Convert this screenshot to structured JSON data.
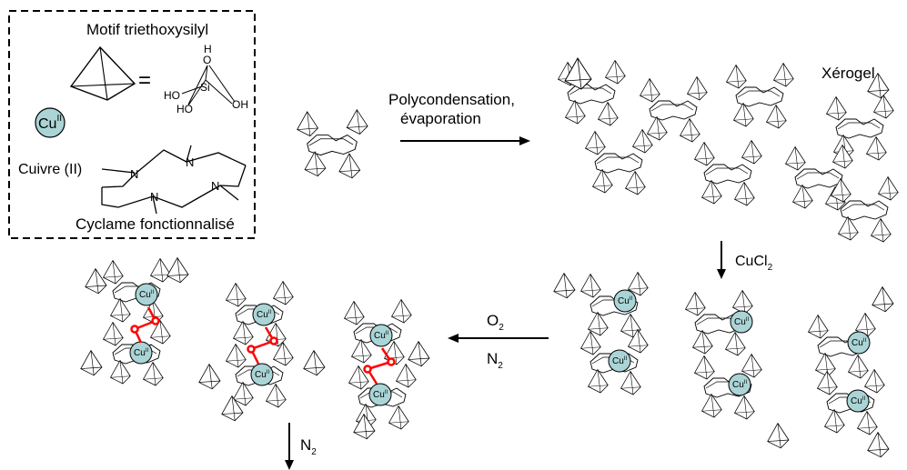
{
  "legend": {
    "motif_label": "Motif triethoxysilyl",
    "equals": "=",
    "silane": {
      "h": "H",
      "o_top": "O",
      "si": "Si",
      "ho_left": "HO",
      "ho_bottom": "HO",
      "oh_right": "OH"
    },
    "cu_label": "Cu",
    "cu_sup": "II",
    "copper_label": "Cuivre (II)",
    "n_atom": "N",
    "cyclam_label": "Cyclame fonctionnalisé"
  },
  "steps": {
    "step1_line1": "Polycondensation,",
    "step1_line2": "évaporation",
    "xerogel": "Xérogel",
    "step2": "CuCl",
    "step2_sub": "2",
    "step3_top": "O",
    "step3_top_sub": "2",
    "step3_bottom": "N",
    "step3_bottom_sub": "2",
    "step4": "N",
    "step4_sub": "2"
  },
  "colors": {
    "copper_fill": "#aad4d6",
    "peroxo": "#ff0000",
    "stroke": "#000000"
  }
}
